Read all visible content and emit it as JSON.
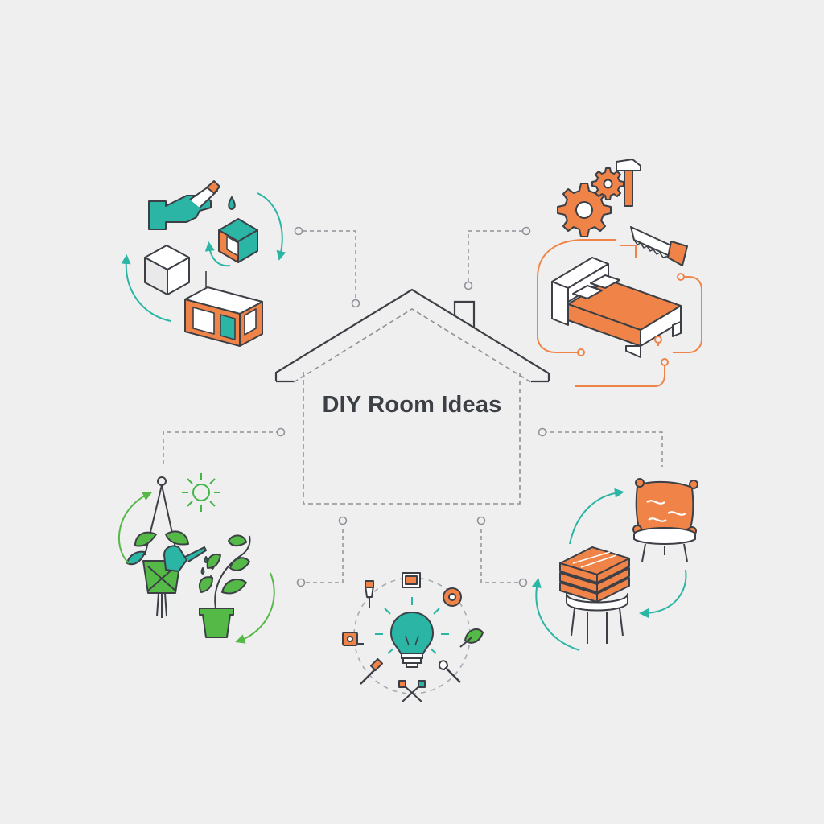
{
  "diagram": {
    "title": "DIY Room Ideas",
    "colors": {
      "background": "#efefef",
      "outline": "#3c3f46",
      "connector": "#8e9299",
      "teal": "#2bb5a5",
      "orange": "#f08448",
      "green": "#55b948",
      "sun_green": "#43b649",
      "white": "#ffffff"
    },
    "branches": [
      {
        "id": "furniture-upcycle",
        "icon": "paint-cube-icon"
      },
      {
        "id": "bed-build",
        "icon": "bed-tools-icon"
      },
      {
        "id": "indoor-plants",
        "icon": "plants-icon"
      },
      {
        "id": "ideas-tools",
        "icon": "lightbulb-tools-icon"
      },
      {
        "id": "cushion-stool",
        "icon": "cushion-stool-icon"
      }
    ]
  }
}
